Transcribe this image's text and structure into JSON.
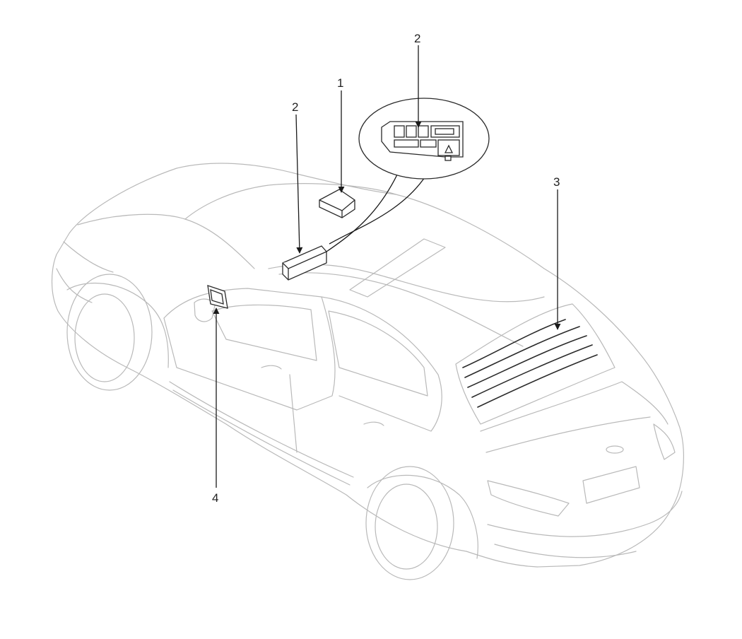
{
  "callouts": {
    "label_1": "1",
    "label_2_top": "2",
    "label_2_roof": "2",
    "label_3": "3",
    "label_4": "4"
  },
  "colors": {
    "car_outline": "#b9b9b9",
    "part_outline": "#2a2a2a",
    "leader": "#1a1a1a"
  }
}
